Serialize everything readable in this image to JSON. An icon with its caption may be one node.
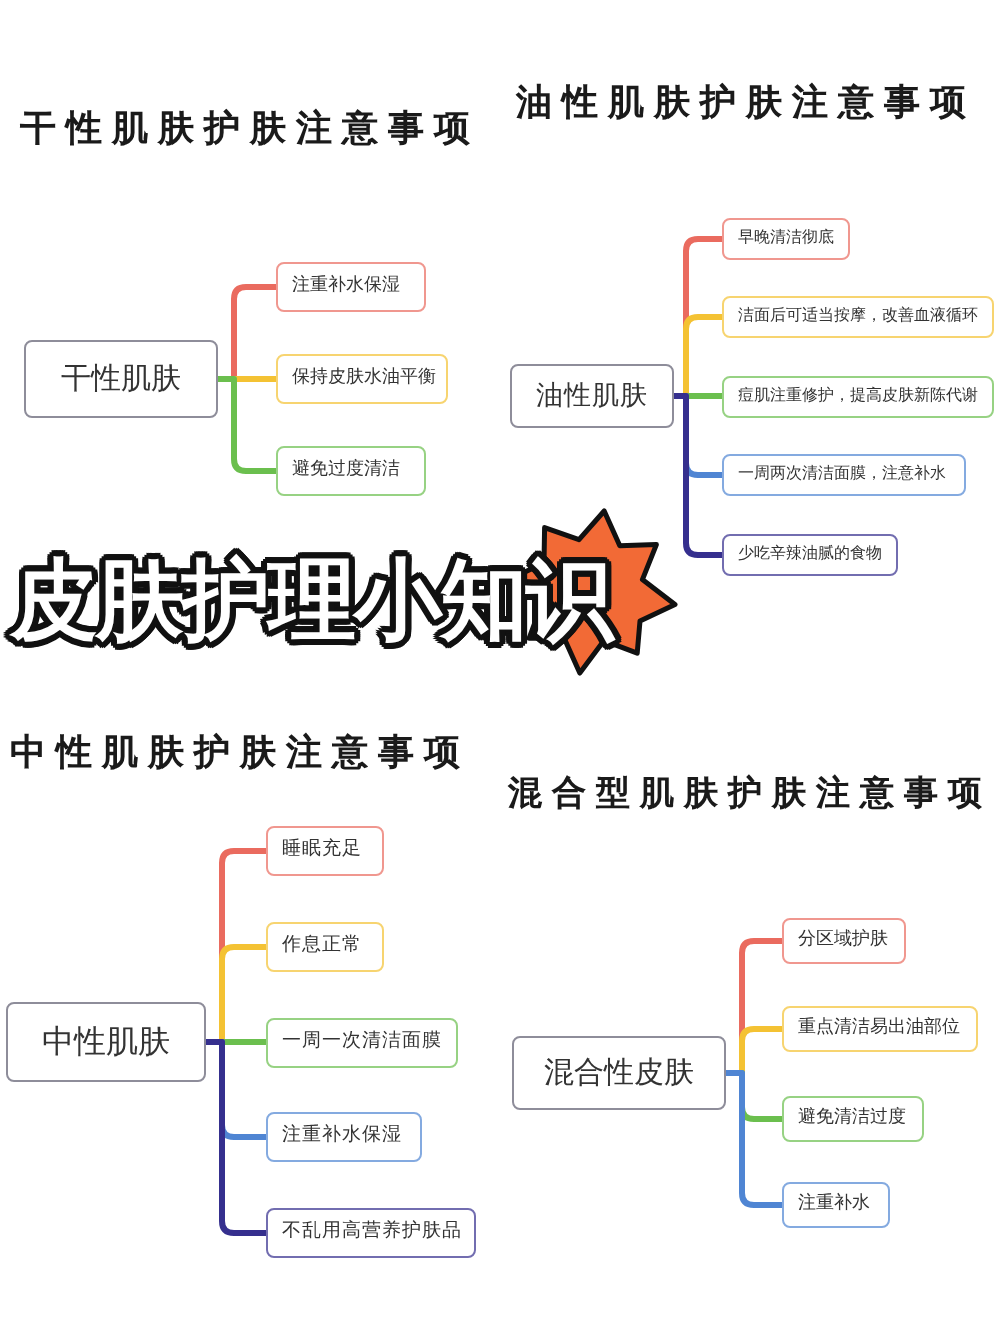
{
  "diagram": {
    "title": "皮肤护理小知识",
    "nodes": [
      {
        "text": [
          "干性肌肤"
        ]
      },
      {
        "text": [
          "注重补水保湿"
        ]
      },
      {
        "text": [
          "保持皮肤水油平衡"
        ]
      },
      {
        "text": [
          "避免过度清洁"
        ]
      },
      {
        "text": [
          "油性肌肤"
        ]
      },
      {
        "text": [
          "早晚清洁彻底"
        ]
      },
      {
        "text": [
          "洁面后可适当按摩，改善血液循环"
        ]
      },
      {
        "text": [
          "痘肌注重修护，提高皮肤新陈代谢"
        ]
      },
      {
        "text": [
          "一周两次清洁面膜，注意补水"
        ]
      },
      {
        "text": [
          "少吃辛辣油腻的食物"
        ]
      },
      {
        "text": [
          "中性肌肤"
        ]
      },
      {
        "text": [
          "睡眠充足"
        ]
      },
      {
        "text": [
          "作息正常"
        ]
      },
      {
        "text": [
          "一周一次清洁面膜"
        ]
      },
      {
        "text": [
          "注重补水保湿"
        ]
      },
      {
        "text": [
          "不乱用高营养护肤品"
        ]
      },
      {
        "text": [
          "混合性皮肤"
        ]
      },
      {
        "text": [
          "分区域护肤"
        ]
      },
      {
        "text": [
          "重点清洁易出油部位"
        ]
      },
      {
        "text": [
          "避免清洁过度"
        ]
      },
      {
        "text": [
          "注重补水"
        ]
      }
    ],
    "edges": [
      {
        "from": 0,
        "to": 1,
        "arrow": "none",
        "color": "#ea6b5f"
      },
      {
        "from": 0,
        "to": 2,
        "arrow": "none",
        "color": "#f4c233"
      },
      {
        "from": 0,
        "to": 3,
        "arrow": "none",
        "color": "#6bbf4e"
      },
      {
        "from": 4,
        "to": 5,
        "arrow": "none",
        "color": "#ea6b5f"
      },
      {
        "from": 4,
        "to": 6,
        "arrow": "none",
        "color": "#f4c233"
      },
      {
        "from": 4,
        "to": 7,
        "arrow": "none",
        "color": "#6bbf4e"
      },
      {
        "from": 4,
        "to": 8,
        "arrow": "none",
        "color": "#4f85d3"
      },
      {
        "from": 4,
        "to": 9,
        "arrow": "none",
        "color": "#352f8e"
      },
      {
        "from": 10,
        "to": 11,
        "arrow": "none",
        "color": "#ea6b5f"
      },
      {
        "from": 10,
        "to": 12,
        "arrow": "none",
        "color": "#f4c233"
      },
      {
        "from": 10,
        "to": 13,
        "arrow": "none",
        "color": "#6bbf4e"
      },
      {
        "from": 10,
        "to": 14,
        "arrow": "none",
        "color": "#4f85d3"
      },
      {
        "from": 10,
        "to": 15,
        "arrow": "none",
        "color": "#352f8e"
      },
      {
        "from": 16,
        "to": 17,
        "arrow": "none",
        "color": "#ea6b5f"
      },
      {
        "from": 16,
        "to": 18,
        "arrow": "none",
        "color": "#f4c233"
      },
      {
        "from": 16,
        "to": 19,
        "arrow": "none",
        "color": "#6bbf4e"
      },
      {
        "from": 16,
        "to": 20,
        "arrow": "none",
        "color": "#4f85d3"
      }
    ],
    "labels": [
      "干性肌肤护肤注意事项",
      "油性肌肤护肤注意事项",
      "中性肌肤护肤注意事项",
      "混合型肌肤护肤注意事项"
    ]
  }
}
